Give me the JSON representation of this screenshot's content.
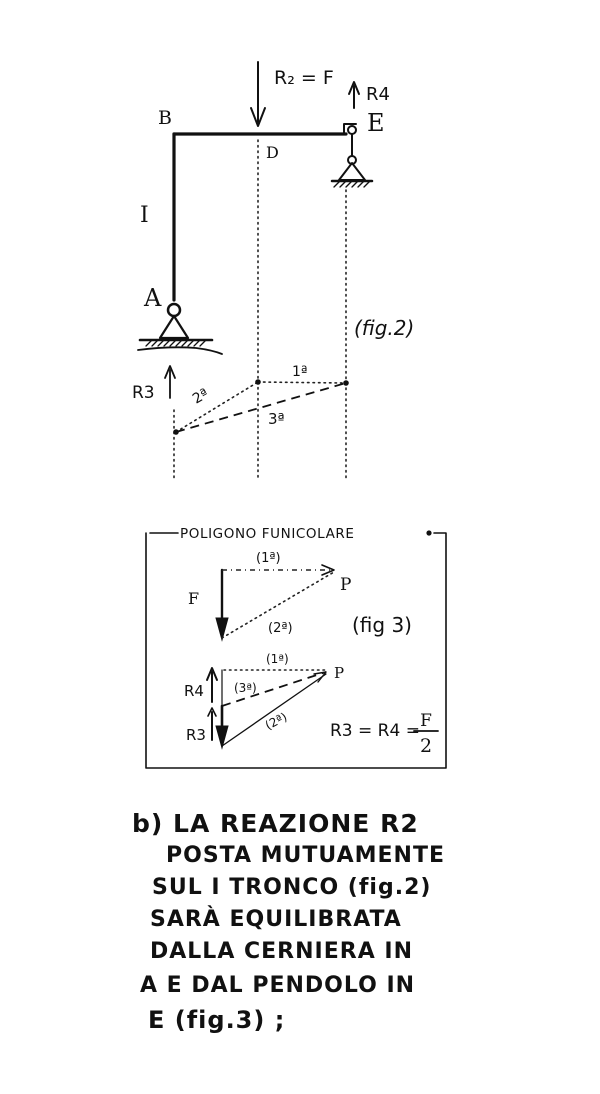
{
  "fig2": {
    "load_label": "R₂ = F",
    "label_R4": "R4",
    "label_B": "B",
    "label_D": "D",
    "label_E": "E",
    "label_I": "I",
    "label_A": "A",
    "label_R3": "R3",
    "caption": "(fig.2)",
    "ray_1": "1ª",
    "ray_2": "2ª",
    "ray_3": "3ª"
  },
  "fig3": {
    "title": "POLIGONO FUNICOLARE",
    "label_F": "F",
    "label_P_top": "P",
    "label_P_bottom": "P",
    "ray_1_top": "(1ª)",
    "ray_2_top": "(2ª)",
    "ray_1_bottom": "(1ª)",
    "ray_3_bottom": "(3ª)",
    "ray_2_bottom": "(2ª)",
    "label_R4": "R4",
    "label_R3": "R3",
    "caption": "(fig 3)",
    "result_lhs": "R3 = R4 =",
    "result_num": "F",
    "result_den": "2"
  },
  "notes": {
    "line1": "b) LA REAZIONE R2",
    "line2": "POSTA MUTUAMENTE",
    "line3": "SUL I TRONCO (fig.2)",
    "line4": "SARÀ EQUILIBRATA",
    "line5": "DALLA CERNIERA IN",
    "line6": "A E DAL PENDOLO IN",
    "line7": "E (fig.3) ;"
  }
}
